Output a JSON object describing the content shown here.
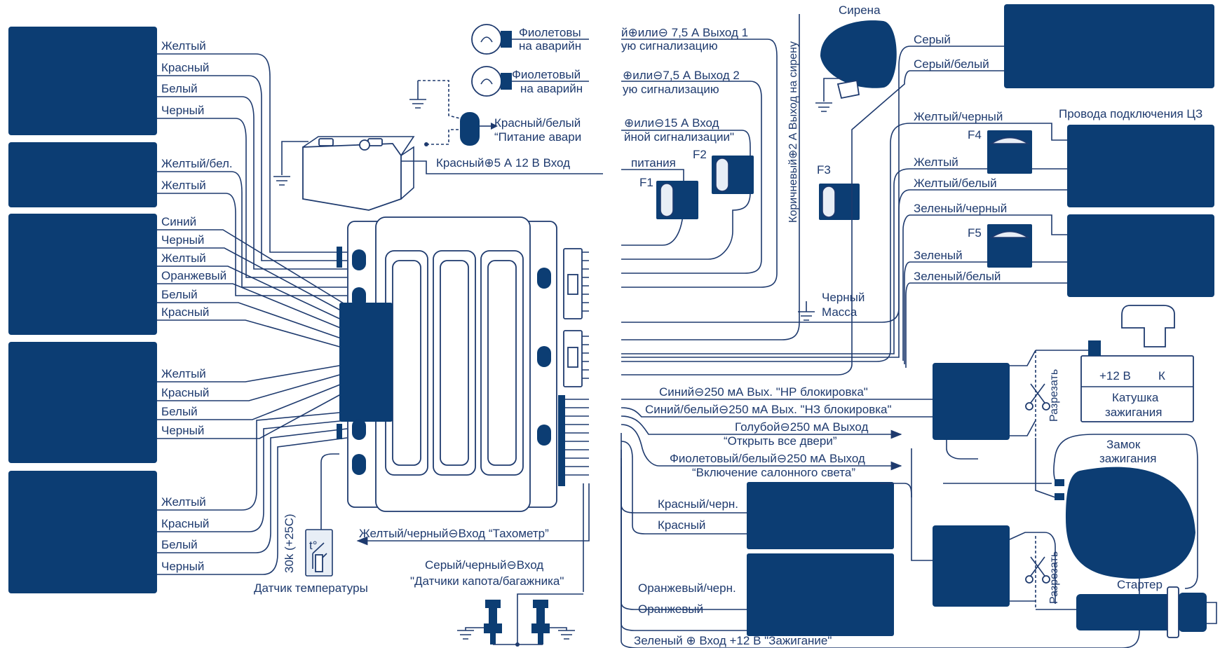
{
  "left_harness": {
    "group1": [
      "Желтый",
      "Красный",
      "Белый",
      "Черный"
    ],
    "group2": [
      "Желтый/бел.",
      "Желтый"
    ],
    "group3": [
      "Синий",
      "Черный",
      "Желтый",
      "Оранжевый",
      "Белый",
      "Красный"
    ],
    "group4": [
      "Желтый",
      "Красный",
      "Белый",
      "Черный"
    ],
    "group5": [
      "Желтый",
      "Красный",
      "Белый",
      "Черный"
    ]
  },
  "top_center": {
    "lamp1_line1": "Фиолетовы",
    "lamp1_line2": "на аварийн",
    "lamp2_line1": "Фиолетовый",
    "lamp2_line2": "на аварийн",
    "power_line1": "Красный/белый",
    "power_line2": "“Питание авари",
    "input_red": "Красный⊕5 А 12 В Вход"
  },
  "hazard_outputs": {
    "out1_line1": "й⊕или⊖ 7,5 А Выход 1",
    "out1_line2": "ую сигнализацию",
    "out2_line1": "⊕или⊖7,5 А Выход 2",
    "out2_line2": "ую сигнализацию",
    "in15_line1": "⊕или⊖15 А Вход",
    "in15_line2": "йной сигнализации\"",
    "power_label": "питания"
  },
  "fuses": {
    "f1": "F1",
    "f2": "F2",
    "f3": "F3",
    "f4": "F4",
    "f5": "F5"
  },
  "siren": {
    "title": "Сирена",
    "brown_wire": "Коричневый⊕2 А Выход на сирену"
  },
  "right_top": {
    "gray": "Серый",
    "gray_white": "Серый/белый",
    "cz_title": "Провода подключения ЦЗ",
    "yellow_black": "Желтый/черный",
    "yellow": "Желтый",
    "yellow_white": "Желтый/белый",
    "green_black": "Зеленый/черный",
    "green": "Зеленый",
    "green_white": "Зеленый/белый",
    "ground_line1": "Черный",
    "ground_line2": "Масса"
  },
  "outputs": {
    "blue": "Синий⊖250 мА Вых. \"НР блокировка\"",
    "blue_white": "Синий/белый⊖250 мА Вых. \"НЗ блокировка\"",
    "light_blue_line1": "Голубой⊖250 мА Выход",
    "light_blue_line2": "“Открыть все двери”",
    "violet_white_line1": "Фиолетовый/белый⊖250 мА Выход",
    "violet_white_line2": "“Включение салонного света”",
    "red_black": "Красный/черн.",
    "red": "Красный",
    "orange_black": "Оранжевый/черн.",
    "orange": "Оранжевый",
    "ignition_in": "Зеленый ⊕ Вход +12 В \"Зажигание\""
  },
  "ignition": {
    "cut1": "Разрезать",
    "cut2": "Разрезать",
    "coil_plus": "+12 В",
    "coil_k": "К",
    "coil_line1": "Катушка",
    "coil_line2": "зажигания",
    "lock_line1": "Замок",
    "lock_line2": "зажигания",
    "starter": "Стартер"
  },
  "bottom_center": {
    "tacho": "Желтый/черный⊖Вход “Тахометр”",
    "hood_line1": "Серый/черный⊖Вход",
    "hood_line2": "\"Датчики капота/багажника\"",
    "sensor_rating": "30k (+25C)",
    "sensor_symbol": "t°",
    "sensor_label": "Датчик температуры"
  },
  "colors": {
    "dark_block": "#0c3d73",
    "wire": "#1e3a6e"
  }
}
